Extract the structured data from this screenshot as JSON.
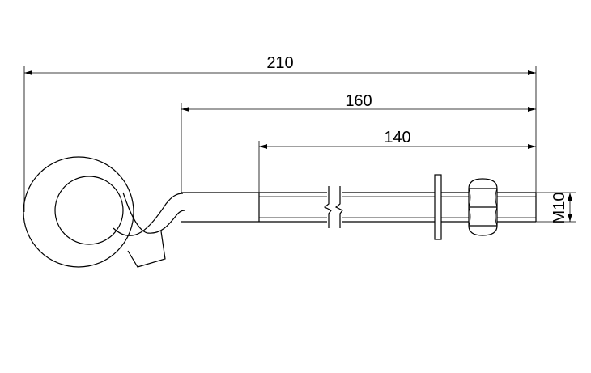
{
  "dimensions": {
    "overall_length": "210",
    "shank_length": "160",
    "thread_length": "140",
    "thread_size": "M10"
  },
  "colors": {
    "stroke": "#000000",
    "background": "#ffffff"
  }
}
